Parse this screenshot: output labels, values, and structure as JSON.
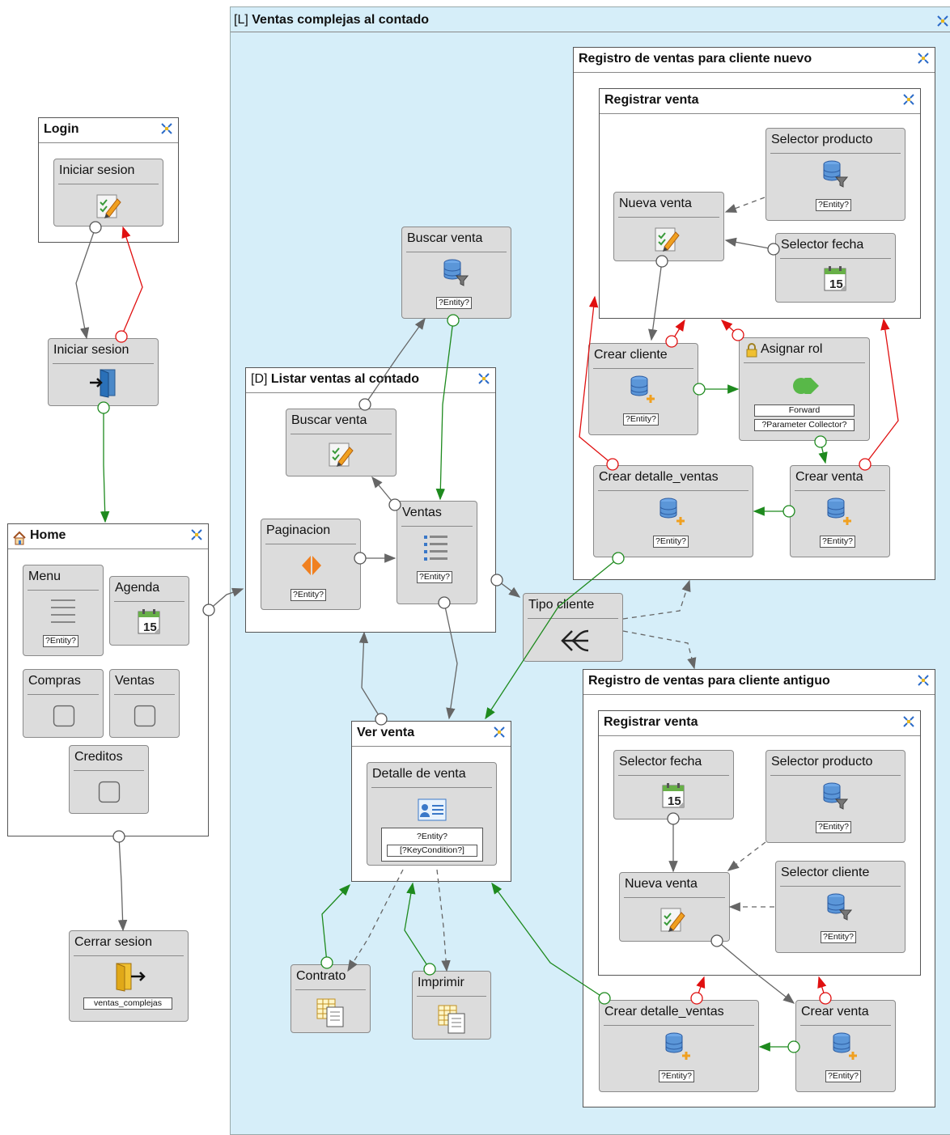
{
  "main_area": {
    "prefix": "[L]",
    "title": "Ventas complejas al contado"
  },
  "login": {
    "title": "Login",
    "iniciar_sesion_form": "Iniciar sesion"
  },
  "iniciar_sesion_action": "Iniciar sesion",
  "home": {
    "title": "Home",
    "menu": {
      "label": "Menu",
      "tag": "?Entity?"
    },
    "agenda": {
      "label": "Agenda"
    },
    "compras": {
      "label": "Compras"
    },
    "ventas": {
      "label": "Ventas"
    },
    "creditos": {
      "label": "Creditos"
    }
  },
  "cerrar_sesion": {
    "label": "Cerrar sesion",
    "tag": "ventas_complejas"
  },
  "buscar_venta_top": {
    "label": "Buscar venta",
    "tag": "?Entity?"
  },
  "listar": {
    "prefix": "[D]",
    "title": "Listar ventas al contado",
    "buscar_venta": "Buscar venta",
    "paginacion": {
      "label": "Paginacion",
      "tag": "?Entity?"
    },
    "ventas": {
      "label": "Ventas",
      "tag": "?Entity?"
    }
  },
  "tipo_cliente": "Tipo cliente",
  "ver_venta": {
    "title": "Ver venta",
    "detalle": {
      "label": "Detalle de venta",
      "tag1": "?Entity?",
      "tag2": "[?KeyCondition?]"
    }
  },
  "contrato": "Contrato",
  "imprimir": "Imprimir",
  "nuevo": {
    "title": "Registro de ventas para cliente nuevo",
    "registrar": {
      "title": "Registrar venta",
      "selector_producto": {
        "label": "Selector producto",
        "tag": "?Entity?"
      },
      "nueva_venta": "Nueva venta",
      "selector_fecha": "Selector fecha"
    },
    "crear_cliente": {
      "label": "Crear cliente",
      "tag": "?Entity?"
    },
    "asignar_rol": {
      "label": "Asignar rol",
      "tag1": "Forward",
      "tag2": "?Parameter Collector?"
    },
    "crear_detalle": {
      "label": "Crear detalle_ventas",
      "tag": "?Entity?"
    },
    "crear_venta": {
      "label": "Crear venta",
      "tag": "?Entity?"
    }
  },
  "antiguo": {
    "title": "Registro de ventas para cliente antiguo",
    "registrar": {
      "title": "Registrar venta",
      "selector_fecha": "Selector fecha",
      "selector_producto": {
        "label": "Selector producto",
        "tag": "?Entity?"
      },
      "nueva_venta": "Nueva venta",
      "selector_cliente": {
        "label": "Selector cliente",
        "tag": "?Entity?"
      }
    },
    "crear_detalle": {
      "label": "Crear detalle_ventas",
      "tag": "?Entity?"
    },
    "crear_venta": {
      "label": "Crear venta",
      "tag": "?Entity?"
    }
  },
  "colors": {
    "ok_flow": "#1e8a1e",
    "ko_flow": "#e01010",
    "normal_flow": "#666666",
    "area_bg": "#d6eef9"
  }
}
